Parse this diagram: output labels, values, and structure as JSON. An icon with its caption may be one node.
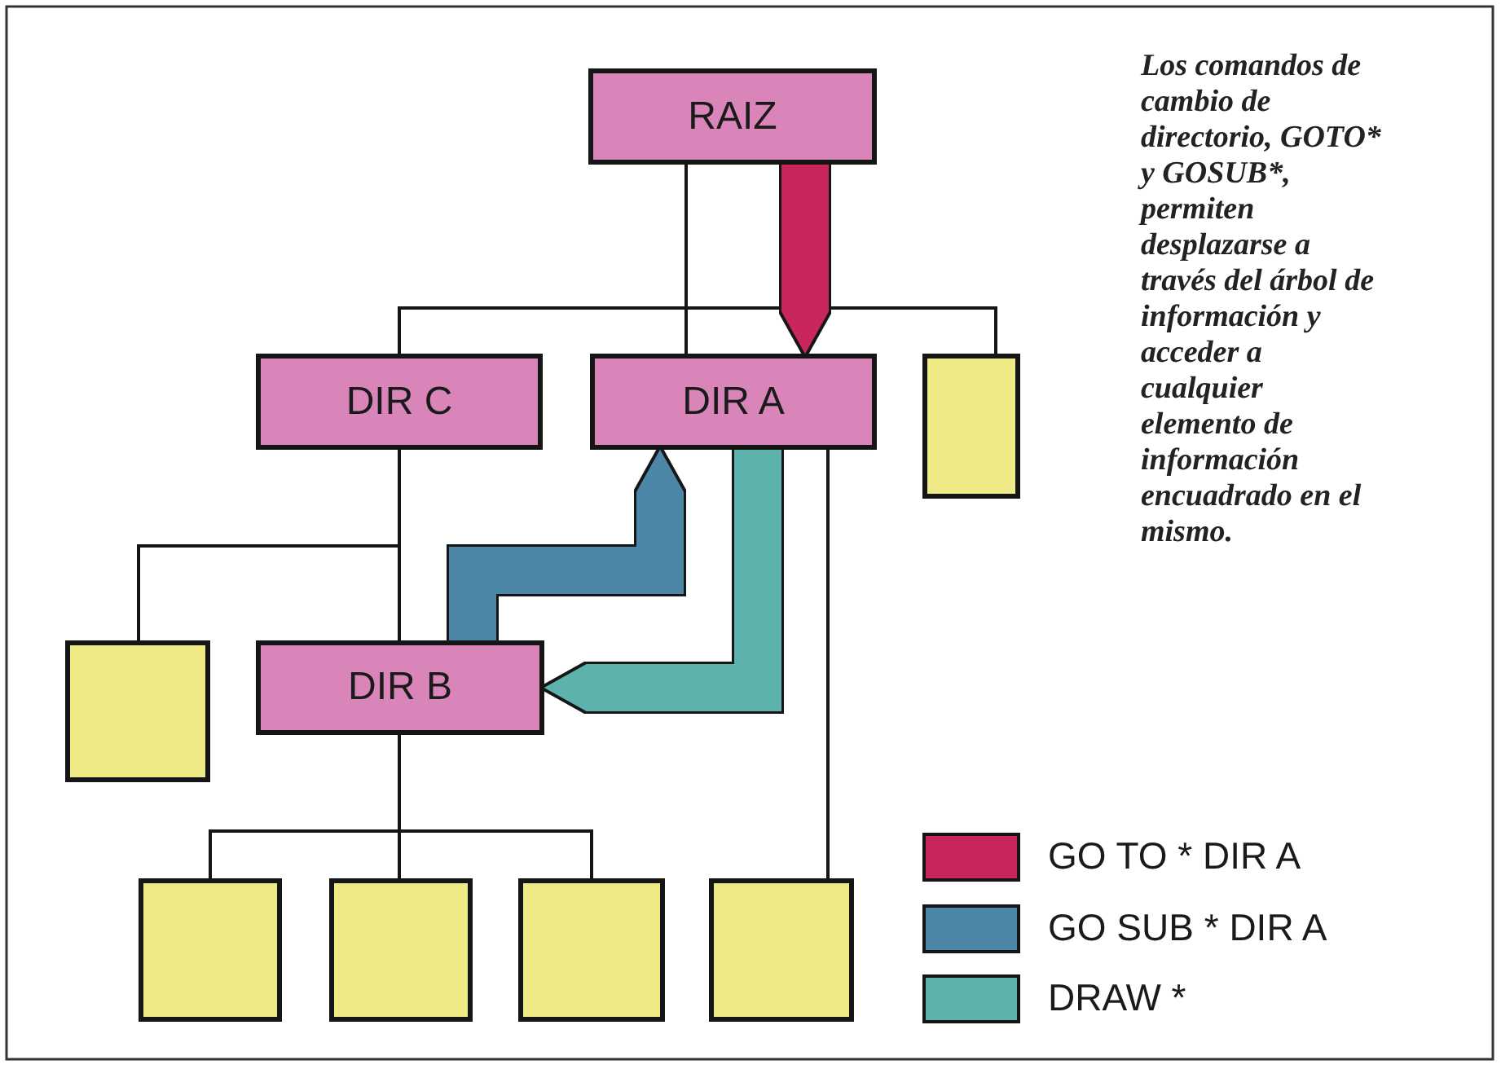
{
  "diagram": {
    "caption": "Los comandos de cambio de directorio, GOTO* y GOSUB*, permiten desplazarse a través del árbol de información y acceder a cualquier elemento de información encuadrado en el mismo.",
    "nodes": [
      {
        "text": [
          "RAIZ"
        ]
      },
      {
        "text": [
          "DIR C"
        ]
      },
      {
        "text": [
          "DIR A"
        ]
      },
      {
        "text": [],
        "shape": "box"
      },
      {
        "text": [],
        "shape": "box"
      },
      {
        "text": [
          "DIR B"
        ]
      },
      {
        "text": [],
        "shape": "box"
      },
      {
        "text": [],
        "shape": "box"
      },
      {
        "text": [],
        "shape": "box"
      },
      {
        "text": [],
        "shape": "box"
      }
    ],
    "edges": [
      {
        "from": 0,
        "to": 1,
        "arrow": "none"
      },
      {
        "from": 0,
        "to": 2,
        "arrow": "none"
      },
      {
        "from": 0,
        "to": 3,
        "arrow": "none"
      },
      {
        "from": 0,
        "to": 2,
        "arrow": "to",
        "style": "thick",
        "color": "#c9265b"
      },
      {
        "from": 1,
        "to": 4,
        "arrow": "none"
      },
      {
        "from": 1,
        "to": 5,
        "arrow": "none"
      },
      {
        "from": 5,
        "to": 2,
        "arrow": "to",
        "style": "thick",
        "color": "#4d87a8"
      },
      {
        "from": 2,
        "to": 5,
        "arrow": "to",
        "style": "thick",
        "color": "#5db3ac"
      },
      {
        "from": 5,
        "to": 6,
        "arrow": "none"
      },
      {
        "from": 5,
        "to": 7,
        "arrow": "none"
      },
      {
        "from": 5,
        "to": 8,
        "arrow": "none"
      },
      {
        "from": 2,
        "to": 9,
        "arrow": "none"
      }
    ],
    "legend": [
      {
        "text": "GO TO * DIR A",
        "color": "#c9265b"
      },
      {
        "text": "GO SUB * DIR A",
        "color": "#4d87a8"
      },
      {
        "text": "DRAW *",
        "color": "#5db3ac"
      }
    ]
  }
}
